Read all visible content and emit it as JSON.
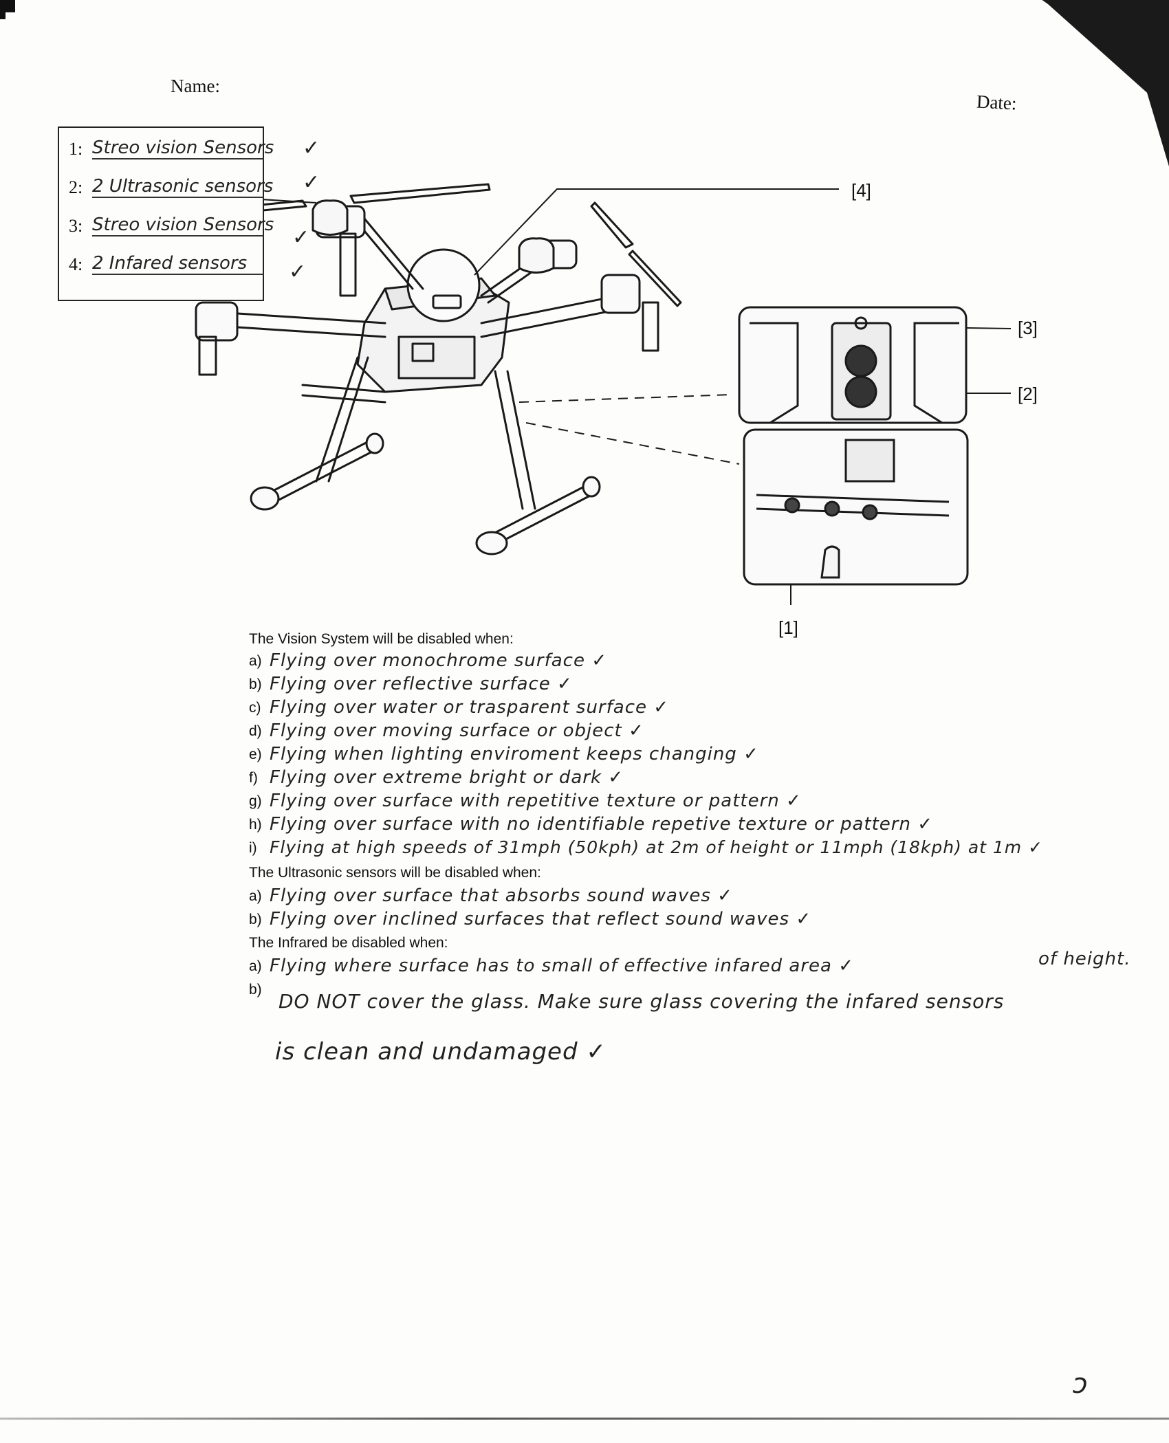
{
  "header": {
    "name_label": "Name:",
    "date_label": "Date:"
  },
  "labels_box": {
    "items": [
      {
        "num": "1:",
        "answer": "Streo vision Sensors",
        "check": "✓"
      },
      {
        "num": "2:",
        "answer": "2 Ultrasonic sensors",
        "check": "✓"
      },
      {
        "num": "3:",
        "answer": "Streo vision Sensors",
        "check": "✓"
      },
      {
        "num": "4:",
        "answer": "2 Infared sensors",
        "check": "✓"
      }
    ]
  },
  "callouts": {
    "c1": "[1]",
    "c2": "[2]",
    "c3": "[3]",
    "c4": "[4]"
  },
  "vision": {
    "heading": "The Vision System will be disabled when:",
    "items": [
      {
        "letter": "a)",
        "answer": "Flying over monochrome surface ✓"
      },
      {
        "letter": "b)",
        "answer": "Flying over reflective surface ✓"
      },
      {
        "letter": "c)",
        "answer": "Flying over water or trasparent surface ✓"
      },
      {
        "letter": "d)",
        "answer": "Flying over moving surface or object ✓"
      },
      {
        "letter": "e)",
        "answer": "Flying when lighting enviroment keeps changing ✓"
      },
      {
        "letter": "f)",
        "answer": "Flying over extreme bright or dark ✓"
      },
      {
        "letter": "g)",
        "answer": "Flying over surface with repetitive texture or pattern ✓"
      },
      {
        "letter": "h)",
        "answer": "Flying over surface with no identifiable repetive texture or pattern ✓"
      },
      {
        "letter": "i)",
        "answer": "Flying at high speeds of 31mph (50kph) at 2m of height or 11mph (18kph) at 1m ✓"
      }
    ],
    "continuation": "of height."
  },
  "ultrasonic": {
    "heading": "The Ultrasonic sensors will be disabled when:",
    "items": [
      {
        "letter": "a)",
        "answer": "Flying over surface that absorbs sound waves ✓"
      },
      {
        "letter": "b)",
        "answer": "Flying over inclined surfaces that reflect sound waves ✓"
      }
    ]
  },
  "infrared": {
    "heading": "The Infrared be disabled when:",
    "items": [
      {
        "letter": "a)",
        "answer": "Flying where surface has to small of effective infared area ✓"
      },
      {
        "letter": "b)",
        "answer": "DO NOT cover the glass. Make sure glass covering the infared sensors"
      }
    ],
    "continuation": "is clean and undamaged ✓"
  },
  "grade_mark": "ↄ"
}
